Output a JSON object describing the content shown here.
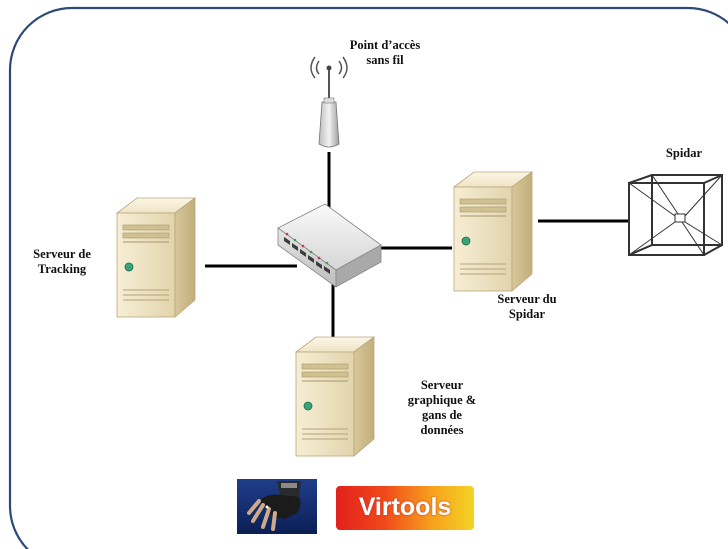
{
  "nodes": {
    "access_point": "Point d’accès\nsans fil",
    "spidar": "Spidar",
    "tracking_server": "Serveur de\nTracking",
    "spidar_server": "Serveur du\nSpidar",
    "graphics_server": "Serveur\ngraphique &\ngans de\ndonnées"
  },
  "logos": {
    "virtools": "Virtools"
  },
  "colors": {
    "frame_border": "#2e4a76",
    "link": "#000000",
    "server_body": "#efe4c4"
  }
}
